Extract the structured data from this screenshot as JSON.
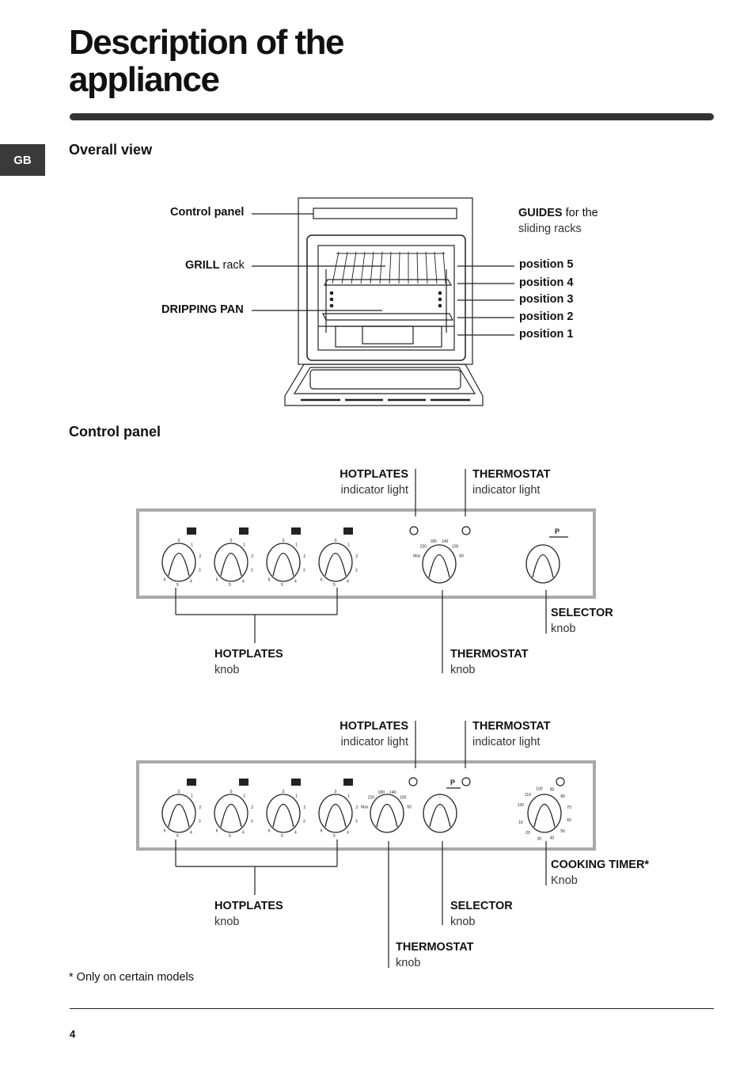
{
  "page": {
    "title_line1": "Description of the",
    "title_line2": "appliance",
    "lang_tab": "GB",
    "page_number": "4",
    "footnote": "* Only on certain models"
  },
  "overall_view": {
    "heading": "Overall view",
    "control_panel_label": "Control panel",
    "grill_bold": "GRILL",
    "grill_rest": " rack",
    "dripping_pan": "DRIPPING PAN",
    "guides_bold": "GUIDES",
    "guides_rest": " for the",
    "guides_line2": "sliding racks",
    "positions": [
      "position 5",
      "position 4",
      "position 3",
      "position 2",
      "position 1"
    ]
  },
  "control_panel": {
    "heading": "Control panel",
    "panel1": {
      "hotplates_light_title": "HOTPLATES",
      "hotplates_light_sub": "indicator light",
      "thermostat_light_title": "THERMOSTAT",
      "thermostat_light_sub": "indicator light",
      "selector_title": "SELECTOR",
      "selector_sub": "knob",
      "hotplates_knob_title": "HOTPLATES",
      "hotplates_knob_sub": "knob",
      "thermostat_knob_title": "THERMOSTAT",
      "thermostat_knob_sub": "knob"
    },
    "panel2": {
      "hotplates_light_title": "HOTPLATES",
      "hotplates_light_sub": "indicator light",
      "thermostat_light_title": "THERMOSTAT",
      "thermostat_light_sub": "indicator light",
      "timer_title": "COOKING TIMER*",
      "timer_sub": "Knob",
      "hotplates_knob_title": "HOTPLATES",
      "hotplates_knob_sub": "knob",
      "selector_title": "SELECTOR",
      "selector_sub": "knob",
      "thermostat_knob_title": "THERMOSTAT",
      "thermostat_knob_sub": "knob"
    },
    "knob_marks": {
      "hotplate_scale": [
        "0",
        "1",
        "2",
        "3",
        "4",
        "5",
        "6"
      ],
      "thermo_scale": [
        "Max",
        "220",
        "180",
        "140",
        "100",
        "60"
      ],
      "timer_scale": [
        "120",
        "110",
        "100",
        "90",
        "80",
        "70",
        "60",
        "50",
        "40",
        "30",
        "20",
        "10"
      ],
      "selector_letter": "P"
    }
  }
}
